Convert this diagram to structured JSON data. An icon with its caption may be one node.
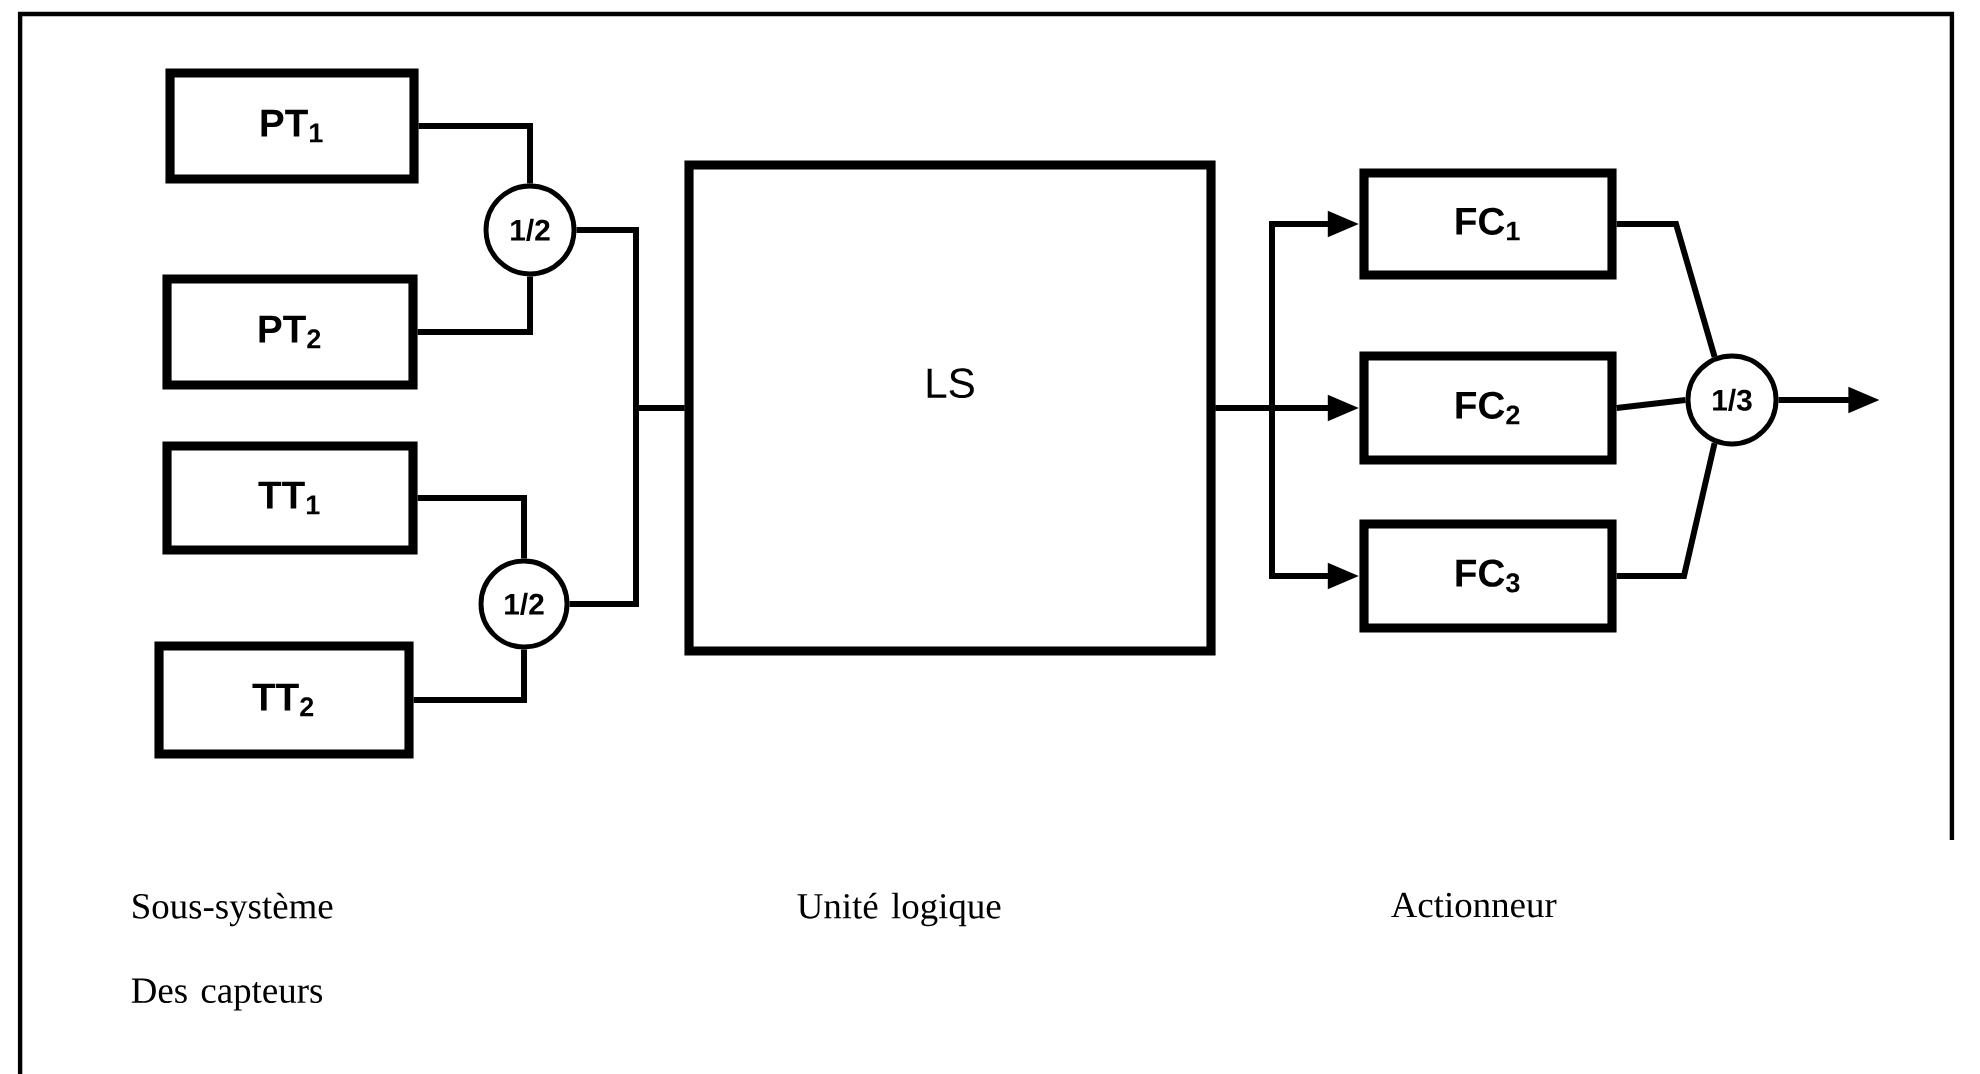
{
  "diagram": {
    "nodes": [
      {
        "text": [
          "PT$_{1}$"
        ]
      },
      {
        "text": [
          "PT$_{2}$"
        ]
      },
      {
        "text": [
          "TT$_{1}$"
        ]
      },
      {
        "text": [
          "TT$_{2}$"
        ]
      },
      {
        "text": [
          "1/2"
        ]
      },
      {
        "text": [
          "1/2"
        ]
      },
      {
        "text": [
          "LS"
        ]
      },
      {
        "text": [
          "FC$_{1}$"
        ]
      },
      {
        "text": [
          "FC$_{2}$"
        ]
      },
      {
        "text": [
          "FC$_{3}$"
        ]
      },
      {
        "text": [
          "1/3"
        ]
      }
    ],
    "edges": [
      {
        "from": 0,
        "to": 4,
        "arrow": "none"
      },
      {
        "from": 1,
        "to": 4,
        "arrow": "none"
      },
      {
        "from": 2,
        "to": 5,
        "arrow": "none"
      },
      {
        "from": 3,
        "to": 5,
        "arrow": "none"
      },
      {
        "from": 4,
        "to": 6,
        "arrow": "none"
      },
      {
        "from": 5,
        "to": 6,
        "arrow": "none"
      },
      {
        "from": 6,
        "to": 7,
        "arrow": "to"
      },
      {
        "from": 6,
        "to": 8,
        "arrow": "to"
      },
      {
        "from": 6,
        "to": 9,
        "arrow": "to"
      },
      {
        "from": 7,
        "to": 10,
        "arrow": "none"
      },
      {
        "from": 8,
        "to": 10,
        "arrow": "none"
      },
      {
        "from": 9,
        "to": 10,
        "arrow": "none"
      },
      {
        "from": 10,
        "to": null,
        "arrow": "to"
      }
    ],
    "labels": [
      "Sous-système Des capteurs",
      "Unité logique",
      "Actionneur"
    ]
  }
}
